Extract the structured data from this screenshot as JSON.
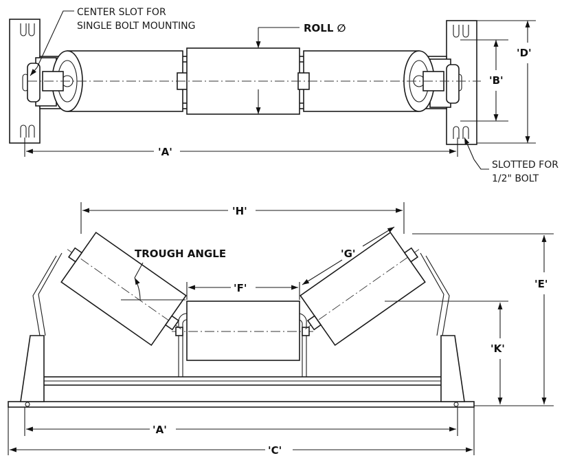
{
  "labels": {
    "center_slot_line1": "CENTER SLOT FOR",
    "center_slot_line2": "SINGLE BOLT MOUNTING",
    "roll": "ROLL ∅",
    "slotted_line1": "SLOTTED FOR",
    "slotted_line2": "1/2\" BOLT",
    "trough_angle": "TROUGH ANGLE"
  },
  "dimensions": {
    "a_top": "'A'",
    "b": "'B'",
    "d": "'D'",
    "h": "'H'",
    "g": "'G'",
    "f": "'F'",
    "e": "'E'",
    "k": "'K'",
    "a_bottom": "'A'",
    "c": "'C'"
  }
}
